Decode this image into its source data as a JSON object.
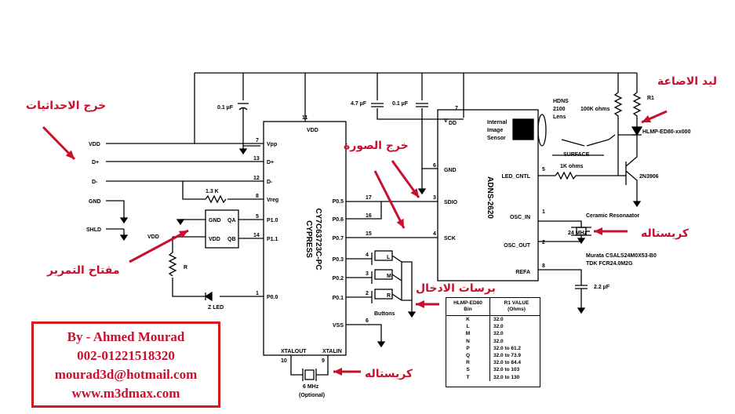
{
  "chips": {
    "cypress_line1": "CYPRESS",
    "cypress_line2": "CY7C63723C-PC",
    "adns": "ADNS-2620",
    "adns_internal_1": "Internal",
    "adns_internal_2": "Image",
    "adns_internal_3": "Sensor"
  },
  "cypress_pins": {
    "vdd": "VDD",
    "vpp": "Vpp",
    "dplus": "D+",
    "dminus": "D-",
    "vreg": "Vreg",
    "p10": "P1.0",
    "p11": "P1.1",
    "p00": "P0.0",
    "p05": "P0.5",
    "p06": "P0.6",
    "p07": "P0.7",
    "p03": "P0.3",
    "p02": "P0.2",
    "p01": "P0.1",
    "vss": "VSS",
    "xtalout": "XTALOUT",
    "xtalin": "XTALIN",
    "n11": "11",
    "n7": "7",
    "n13": "13",
    "n12": "12",
    "n8": "8",
    "n5": "5",
    "n14": "14",
    "n1": "1",
    "n17": "17",
    "n16": "16",
    "n15": "15",
    "n4": "4",
    "n3": "3",
    "n2": "2",
    "n1b": "1",
    "n6": "6",
    "n10": "10",
    "n9": "9"
  },
  "adns_pins": {
    "vdd": "V",
    "vdd_sub": "DD",
    "gnd": "GND",
    "sdio": "SDIO",
    "sck": "SCK",
    "led_cntl": "LED_CNTL",
    "osc_in": "OSC_IN",
    "osc_out": "OSC_OUT",
    "refa": "REFA",
    "n7": "7",
    "n6": "6",
    "n3": "3",
    "n4": "4",
    "n5": "5",
    "n1": "1",
    "n2": "2",
    "n8": "8"
  },
  "switch_chip": {
    "gnd": "GND",
    "vdd": "VDD",
    "qa": "QA",
    "qb": "QB"
  },
  "net_labels": {
    "vdd": "VDD",
    "dplus": "D+",
    "dminus": "D-",
    "gnd": "GND",
    "shld": "SHLD",
    "vdd2": "VDD",
    "r": "R",
    "z_led": "Z LED",
    "res_13k": "1.3 K",
    "cap_01_a": "0.1 µF",
    "cap_47": "4.7 µF",
    "cap_01_b": "0.1 µF",
    "hdns_1": "HDNS",
    "hdns_2": "2100",
    "hdns_3": "Lens",
    "res_100k": "100K ohms",
    "surface": "SURFACE",
    "r1": "R1",
    "led_part": "HLMP-ED80-xx000",
    "res_1k": "1K ohms",
    "transistor": "2N3906",
    "resonator": "Ceramic Resonaator",
    "freq_24": "24 MHz",
    "murata": "Murata CSALS24M0X53-B0",
    "tdk": "TDK FCR24.0M2G",
    "cap_22": "2.2 µF",
    "btn_l": "L",
    "btn_m": "M",
    "btn_r": "R",
    "buttons": "Buttons",
    "xtal_6mhz": "6 MHz",
    "optional": "(Optional)"
  },
  "annotations": {
    "coords_out": "خرج الاحداثيات",
    "image_out": "خرج الصورة",
    "led": "ليد الاضاعة",
    "crystal_right": "كريستاله",
    "scroll_key": "مفتاح التمرير",
    "input_buttons": "برسات الادخال",
    "crystal_bottom": "كريستاله"
  },
  "credit": {
    "line1": "By - Ahmed Mourad",
    "line2": "002-01221518320",
    "line3": "mourad3d@hotmail.com",
    "line4": "www.m3dmax.com"
  },
  "r1_table": {
    "header_bin_1": "HLMP-ED80",
    "header_bin_2": "Bin",
    "header_val_1": "R1 VALUE",
    "header_val_2": "(Ohms)",
    "rows": [
      {
        "bin": "K",
        "value": "32.0"
      },
      {
        "bin": "L",
        "value": "32.0"
      },
      {
        "bin": "M",
        "value": "32.0"
      },
      {
        "bin": "N",
        "value": "32.0"
      },
      {
        "bin": "P",
        "value": "32.0 to 61.2"
      },
      {
        "bin": "Q",
        "value": "32.0 to 73.9"
      },
      {
        "bin": "R",
        "value": "32.0 to 84.4"
      },
      {
        "bin": "S",
        "value": "32.0 to 103"
      },
      {
        "bin": "T",
        "value": "32.0 to 130"
      }
    ]
  },
  "colors": {
    "annotation": "#c8102e",
    "wire": "#000000"
  }
}
